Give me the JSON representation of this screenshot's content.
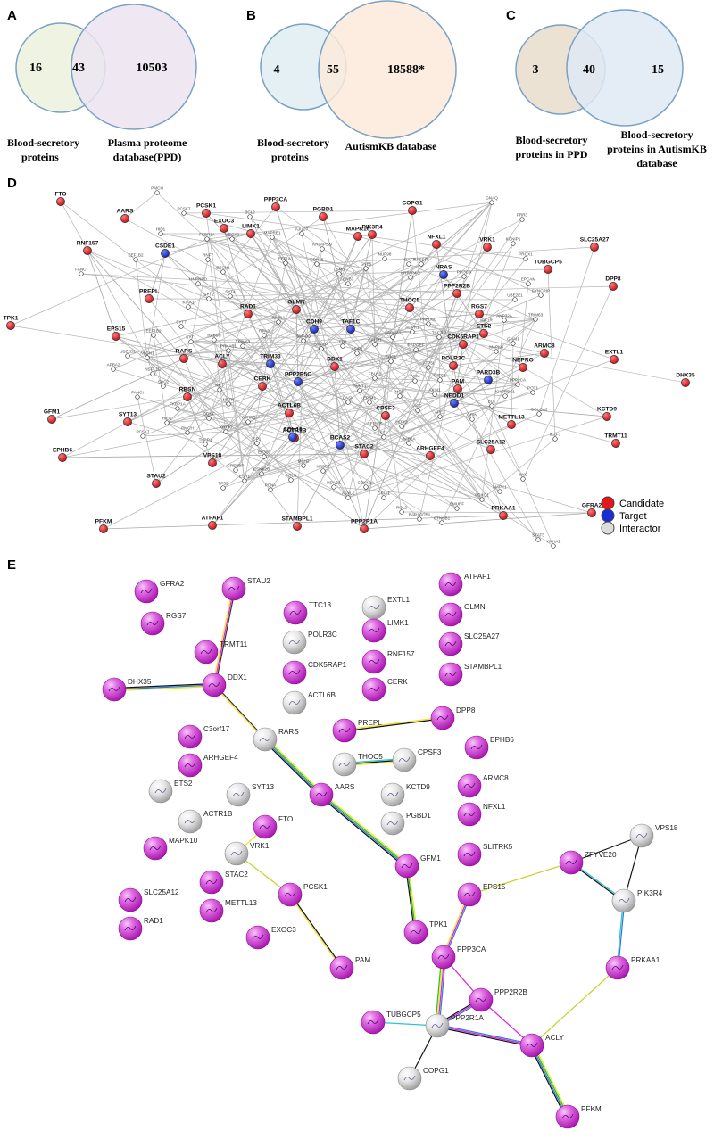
{
  "panels": {
    "A": {
      "letter": "A",
      "left_only": "16",
      "overlap": "43",
      "right_only": "10503",
      "left_label": [
        "Blood-secretory",
        "proteins"
      ],
      "right_label": [
        "Plasma proteome",
        "database(PPD)"
      ]
    },
    "B": {
      "letter": "B",
      "left_only": "4",
      "overlap": "55",
      "right_only": "18588*",
      "left_label": [
        "Blood-secretory",
        "proteins"
      ],
      "right_label": [
        "AutismKB database"
      ]
    },
    "C": {
      "letter": "C",
      "left_only": "3",
      "overlap": "40",
      "right_only": "15",
      "left_label": [
        "Blood-secretory",
        "proteins in PPD"
      ],
      "right_label": [
        "Blood-secretory",
        "proteins in AutismKB",
        "database"
      ]
    },
    "D": {
      "letter": "D"
    },
    "E": {
      "letter": "E"
    }
  },
  "legend_D": [
    {
      "label": "Candidate",
      "color": "#e8151b"
    },
    {
      "label": "Target",
      "color": "#1a2ed6"
    },
    {
      "label": "Interactor",
      "color": "#dcdcdc"
    }
  ],
  "colors": {
    "candidate": "#e8151b",
    "target": "#1a2ed6",
    "interactor": "#ffffff",
    "magenta": "#c21fc8",
    "grey_node": "#cfcfcf",
    "edge": "#a8a8a8",
    "venn_A_left": "#eef3e2",
    "venn_A_right": "#ece4f1",
    "venn_B_left": "#e4f0f4",
    "venn_B_right": "#fbeadb",
    "venn_C_left": "#ebe2d3",
    "venn_C_right": "#dfe9f5"
  },
  "network_D": {
    "candidates": [
      "FTO",
      "AARS",
      "PCSK1",
      "EXOC3",
      "PPP3CA",
      "PGBD1",
      "COPG1",
      "MAPK10",
      "PIK3R4",
      "SLC25A27",
      "RNF157",
      "LIMK1",
      "NFXL1",
      "VRK1",
      "TUBGCP5",
      "DPP8",
      "TPK1",
      "PREPL",
      "RAD1",
      "GLMN",
      "THOC5",
      "PPP2R2B",
      "RGS7",
      "ETS2",
      "EPS15",
      "CDK5RAP1",
      "ARMC8",
      "EXTL1",
      "DHX35",
      "RARS",
      "ACLY",
      "DDX1",
      "POLR3C",
      "NEPRO",
      "RBSN",
      "CERK",
      "PAM",
      "KCTD9",
      "GFM1",
      "SYT13",
      "ACTL6B",
      "CPSF3",
      "METTL13",
      "TRMT11",
      "EPHB6",
      "ACTR1B",
      "STAC2",
      "ARHGEF4",
      "SLC25A12",
      "VPS18",
      "STAU2",
      "PRKAA1",
      "GFRA2",
      "PFKM",
      "ATPAF1",
      "STAMBPL1",
      "PPP2R1A"
    ],
    "targets": [
      "CSDE1",
      "NRAS",
      "CDH9",
      "TRIM33",
      "PPP2R5C",
      "CDH10",
      "BCAS2",
      "NEDD1",
      "PARD3B",
      "TAF1C"
    ],
    "interactors": [
      "PMCH",
      "PCSK7",
      "HID1",
      "FKBP1A",
      "FANCI",
      "EEF1B2",
      "RNF7",
      "HNRNPD",
      "MEOX2",
      "BCL2",
      "MAPRE1",
      "AJUC7",
      "KRTAP5-9",
      "EEF1A1",
      "BECN1",
      "CDH15",
      "LSM3",
      "GNB5",
      "GNB3",
      "NUP98",
      "KRTAP4-2",
      "H2AFX",
      "RASSF5",
      "PIK3CA",
      "GNAQ",
      "PRR3",
      "KCNIP1",
      "PROX1",
      "EPCAM",
      "SYNCRIP",
      "UBE2E1",
      "TRIM63",
      "ANP32A",
      "IGF1R",
      "MAPK8",
      "GNAI1",
      "UBE2D2",
      "APBA2",
      "NLGN1",
      "NSFL1C",
      "SDC2",
      "KIAA1",
      "SYT2",
      "SYT4",
      "SYT7",
      "SYT1",
      "RAB5C",
      "PRKAB1",
      "TRIM63",
      "RPA3",
      "RAB1A",
      "SMAD3",
      "SMAD4",
      "TTR",
      "ASIP1",
      "CALM1",
      "CACNA1",
      "ACVR1",
      "PARD6B",
      "TCF7L2",
      "RAPGEF",
      "ERC1",
      "FBLN1",
      "TNNT1",
      "CASK",
      "EPB41",
      "HGS",
      "TCF4",
      "ATP5I",
      "DISC1",
      "AXIN1",
      "APC",
      "HOXD",
      "SF1",
      "CEP135",
      "RAB2A",
      "APEX",
      "GRIN",
      "BLK",
      "KHDRBS1",
      "PPP2CA",
      "POT1",
      "GOLGA2",
      "IKZF3",
      "RET",
      "NRTN",
      "GDNF",
      "KRT40",
      "THAP1",
      "YWHAB",
      "SP1",
      "EP300",
      "CREBBP",
      "TP53",
      "ESR1",
      "CSNK2B",
      "PCNA",
      "POLB",
      "MSH2",
      "NR3C1",
      "HDAC1",
      "ASXL1",
      "CDKN1A",
      "GRIA1",
      "ROL2",
      "RAP1GDS1",
      "CTNNB1",
      "SMURF",
      "FOXO1",
      "MAPK1",
      "MYC",
      "STAT3",
      "YWHAZ"
    ]
  }
}
